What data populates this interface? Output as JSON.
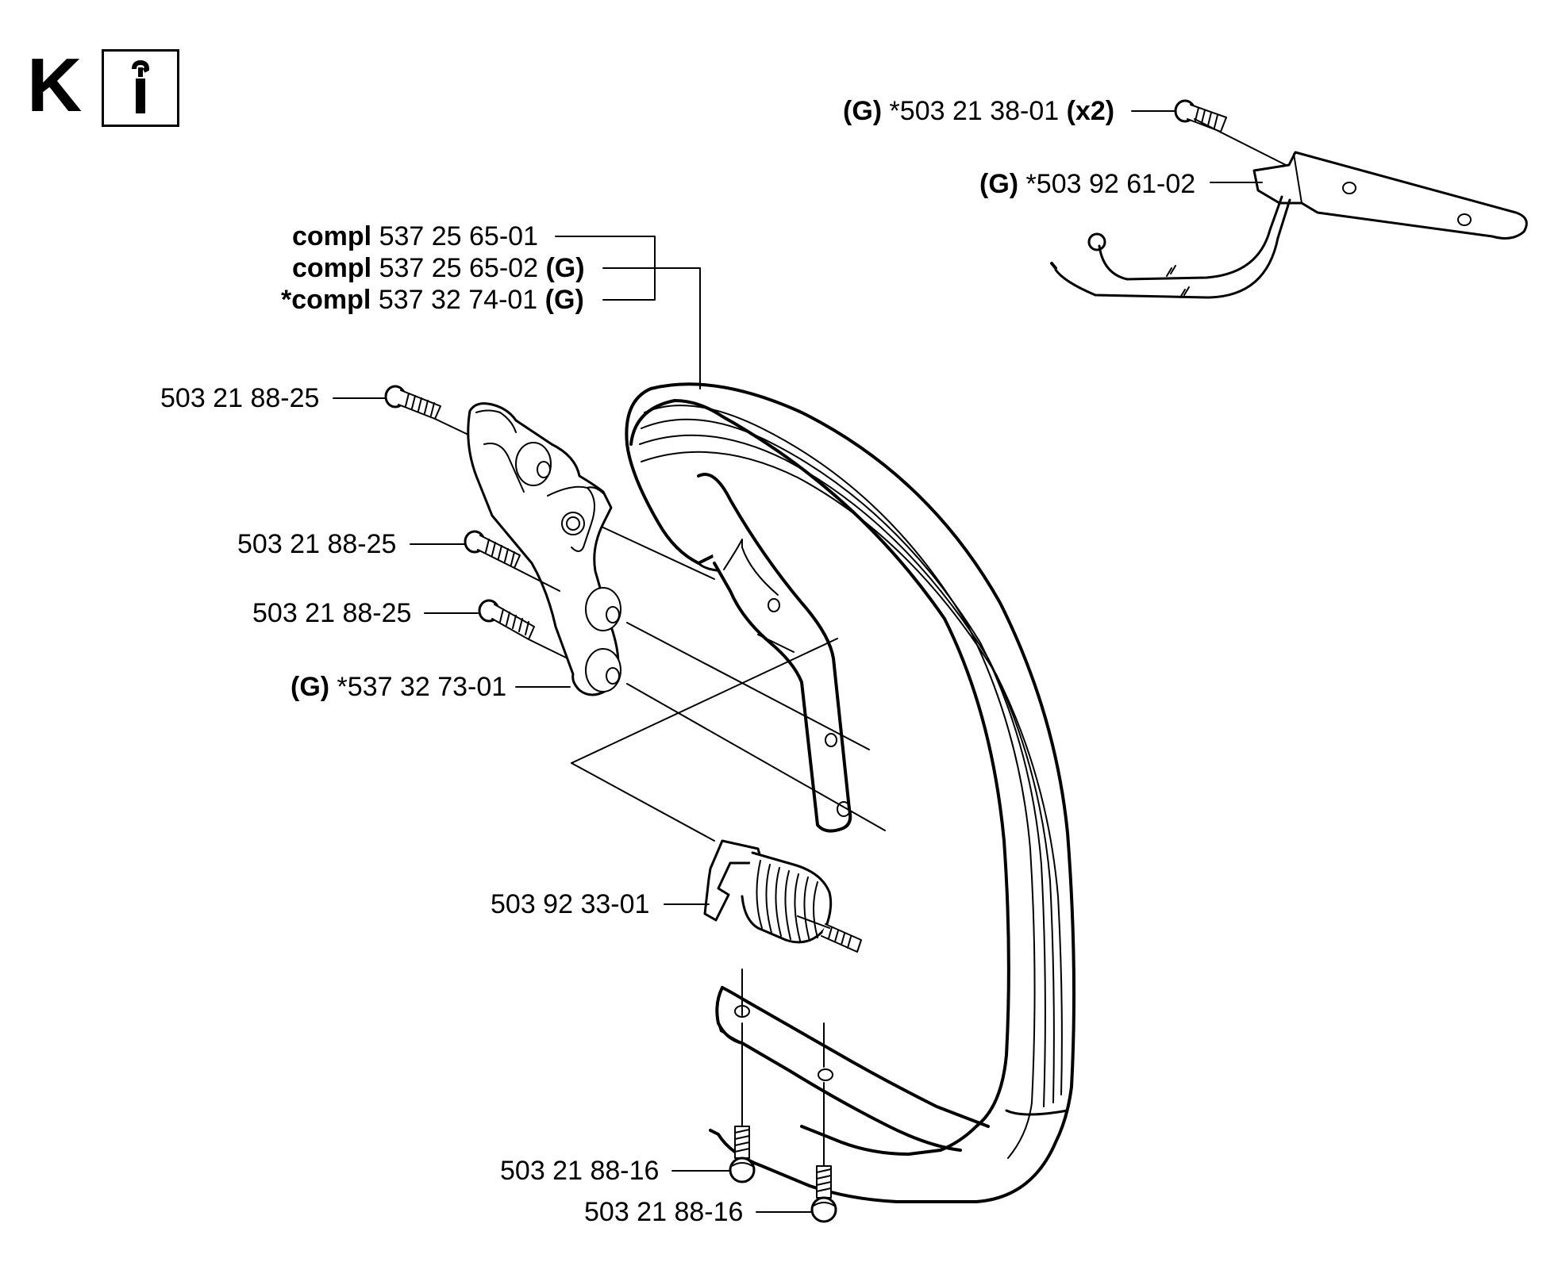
{
  "section": {
    "letter": "K",
    "icon": "wrench-info-icon"
  },
  "labels": {
    "top_screw": {
      "prefix": "(G)",
      "number": "*503 21 38-01",
      "suffix": "(x2)"
    },
    "bracket": {
      "prefix": "(G)",
      "number": "*503 92 61-02"
    },
    "compl_1": {
      "prefix": "compl",
      "number": "537 25 65-01"
    },
    "compl_2": {
      "prefix": "compl",
      "number": "537 25 65-02",
      "suffix": "(G)"
    },
    "compl_3": {
      "prefix": "*compl",
      "number": "537 32 74-01",
      "suffix": "(G)"
    },
    "screw_1": {
      "number": "503 21 88-25"
    },
    "screw_2": {
      "number": "503 21 88-25"
    },
    "screw_3": {
      "number": "503 21 88-25"
    },
    "plate": {
      "prefix": "(G)",
      "number": "*537 32 73-01"
    },
    "spring": {
      "number": "503 92 33-01"
    },
    "bottom_screw_1": {
      "number": "503 21 88-16"
    },
    "bottom_screw_2": {
      "number": "503 21 88-16"
    }
  }
}
